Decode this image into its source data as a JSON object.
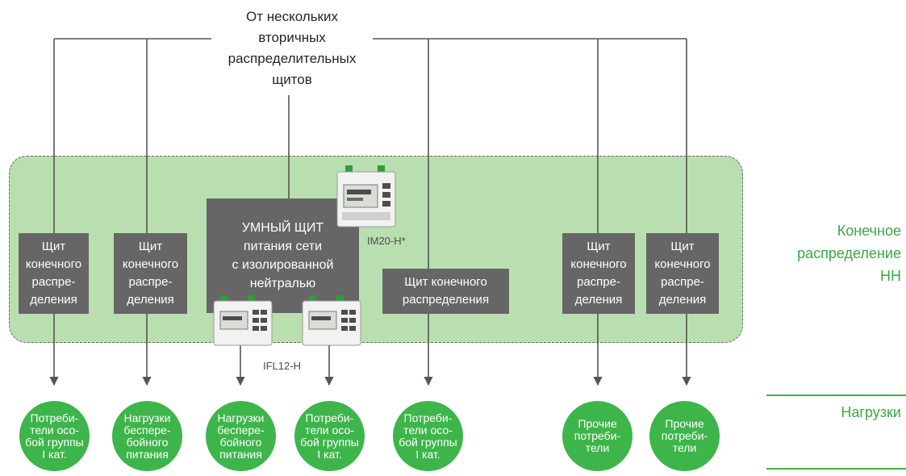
{
  "source_label": "От нескольких\nвторичных\nраспределительных\nщитов",
  "panels": [
    {
      "text": "Щит\nконечного\nраспре-\nделения"
    },
    {
      "text": "Щит\nконечного\nраспре-\nделения"
    },
    {
      "text": "УМНЫЙ ЩИТ\nпитания сети\nс изолированной\nнейтралью"
    },
    {
      "text": "Щит конечного\nраспределения"
    },
    {
      "text": "Щит\nконечного\nраспре-\nделения"
    },
    {
      "text": "Щит\nконечного\nраспре-\nделения"
    }
  ],
  "devices": {
    "monitor": "IM20-H*",
    "locator": "IFL12-H"
  },
  "loads": [
    {
      "text": "Потреби-\nтели осо-\nбой группы\nI кат."
    },
    {
      "text": "Нагрузки\nбеспере-\nбойного\nпитания"
    },
    {
      "text": "Нагрузки\nбеспере-\nбойного\nпитания"
    },
    {
      "text": "Потреби-\nтели осо-\nбой группы\nI кат."
    },
    {
      "text": "Потреби-\nтели осо-\nбой группы\nI кат."
    },
    {
      "text": "Прочие\nпотреби-\nтели"
    },
    {
      "text": "Прочие\nпотреби-\nтели"
    }
  ],
  "zone_labels": {
    "final_distribution": "Конечное\nраспределение\nНН",
    "loads": "Нагрузки"
  },
  "colors": {
    "zone_fill": "#b9dfb0",
    "panel_fill": "#666666",
    "load_fill": "#3db54a",
    "accent_text": "#3aa846"
  }
}
